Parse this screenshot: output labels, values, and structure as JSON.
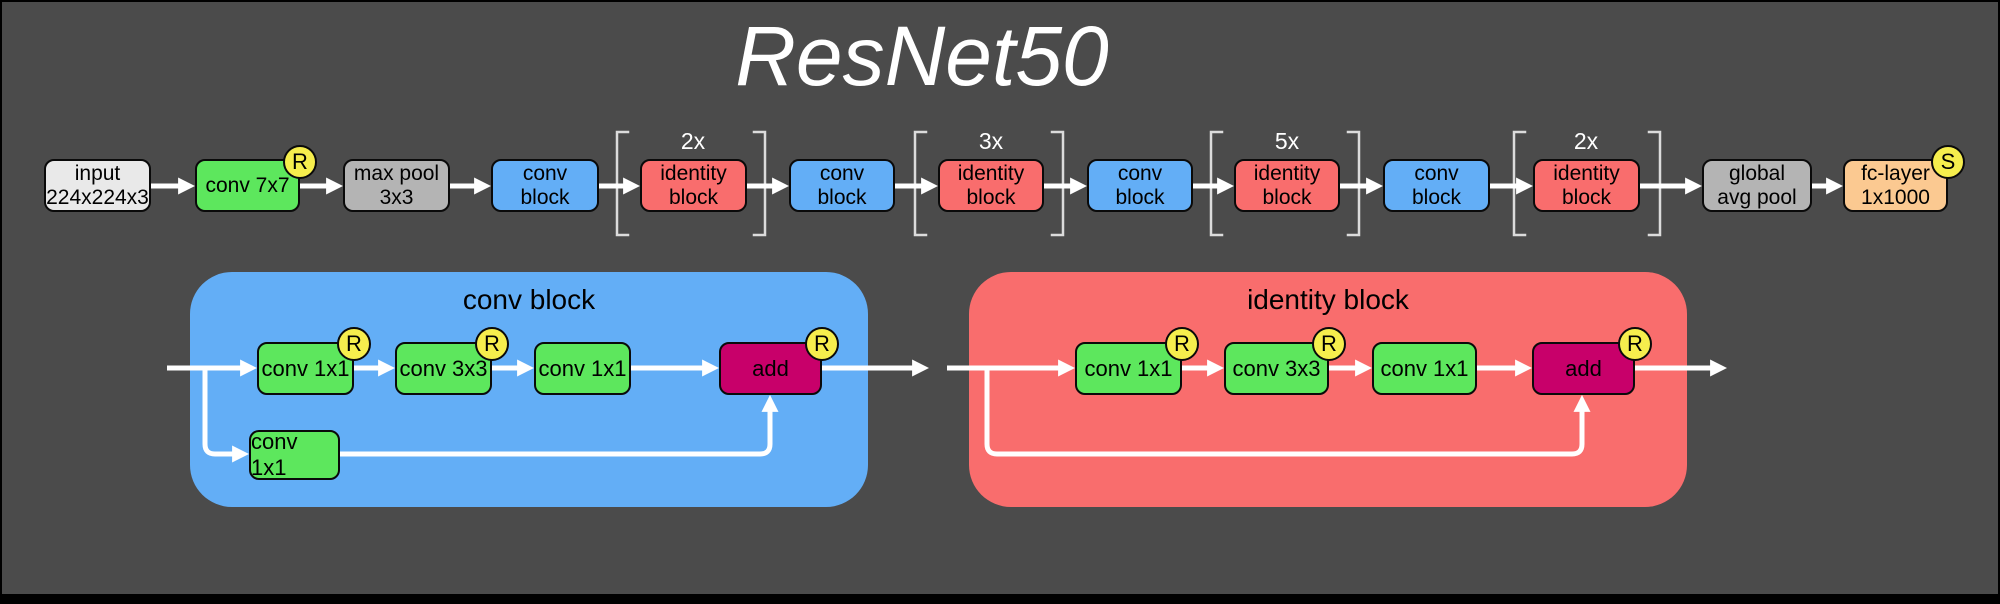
{
  "title": "ResNet50",
  "pipeline": {
    "nodes": [
      {
        "line1": "input",
        "line2": "224x224x3"
      },
      {
        "line1": "conv 7x7",
        "badge": "R"
      },
      {
        "line1": "max pool",
        "line2": "3x3"
      },
      {
        "line1": "conv",
        "line2": "block"
      },
      {
        "line1": "identity",
        "line2": "block",
        "multiplier": "2x"
      },
      {
        "line1": "conv",
        "line2": "block"
      },
      {
        "line1": "identity",
        "line2": "block",
        "multiplier": "3x"
      },
      {
        "line1": "conv",
        "line2": "block"
      },
      {
        "line1": "identity",
        "line2": "block",
        "multiplier": "5x"
      },
      {
        "line1": "conv",
        "line2": "block"
      },
      {
        "line1": "identity",
        "line2": "block",
        "multiplier": "2x"
      },
      {
        "line1": "global",
        "line2": "avg pool"
      },
      {
        "line1": "fc-layer",
        "line2": "1x1000",
        "badge": "S"
      }
    ]
  },
  "conv_block_detail": {
    "title": "conv block",
    "boxes": [
      {
        "label": "conv 1x1",
        "badge": "R"
      },
      {
        "label": "conv 3x3",
        "badge": "R"
      },
      {
        "label": "conv 1x1"
      },
      {
        "label": "add",
        "badge": "R"
      }
    ],
    "shortcut": {
      "label": "conv 1x1"
    }
  },
  "identity_block_detail": {
    "title": "identity block",
    "boxes": [
      {
        "label": "conv 1x1",
        "badge": "R"
      },
      {
        "label": "conv 3x3",
        "badge": "R"
      },
      {
        "label": "conv 1x1"
      },
      {
        "label": "add",
        "badge": "R"
      }
    ]
  },
  "colors": {
    "background": "#4b4b4b",
    "conv_green": "#5de75d",
    "block_blue": "#63aef6",
    "identity_red": "#f96d6d",
    "pool_gray": "#b4b4b4",
    "input_gray": "#e9e9e9",
    "fc_peach": "#fbc991",
    "add_magenta": "#c8006a",
    "badge_yellow": "#f6ee4d",
    "arrow_white": "#ffffff"
  }
}
